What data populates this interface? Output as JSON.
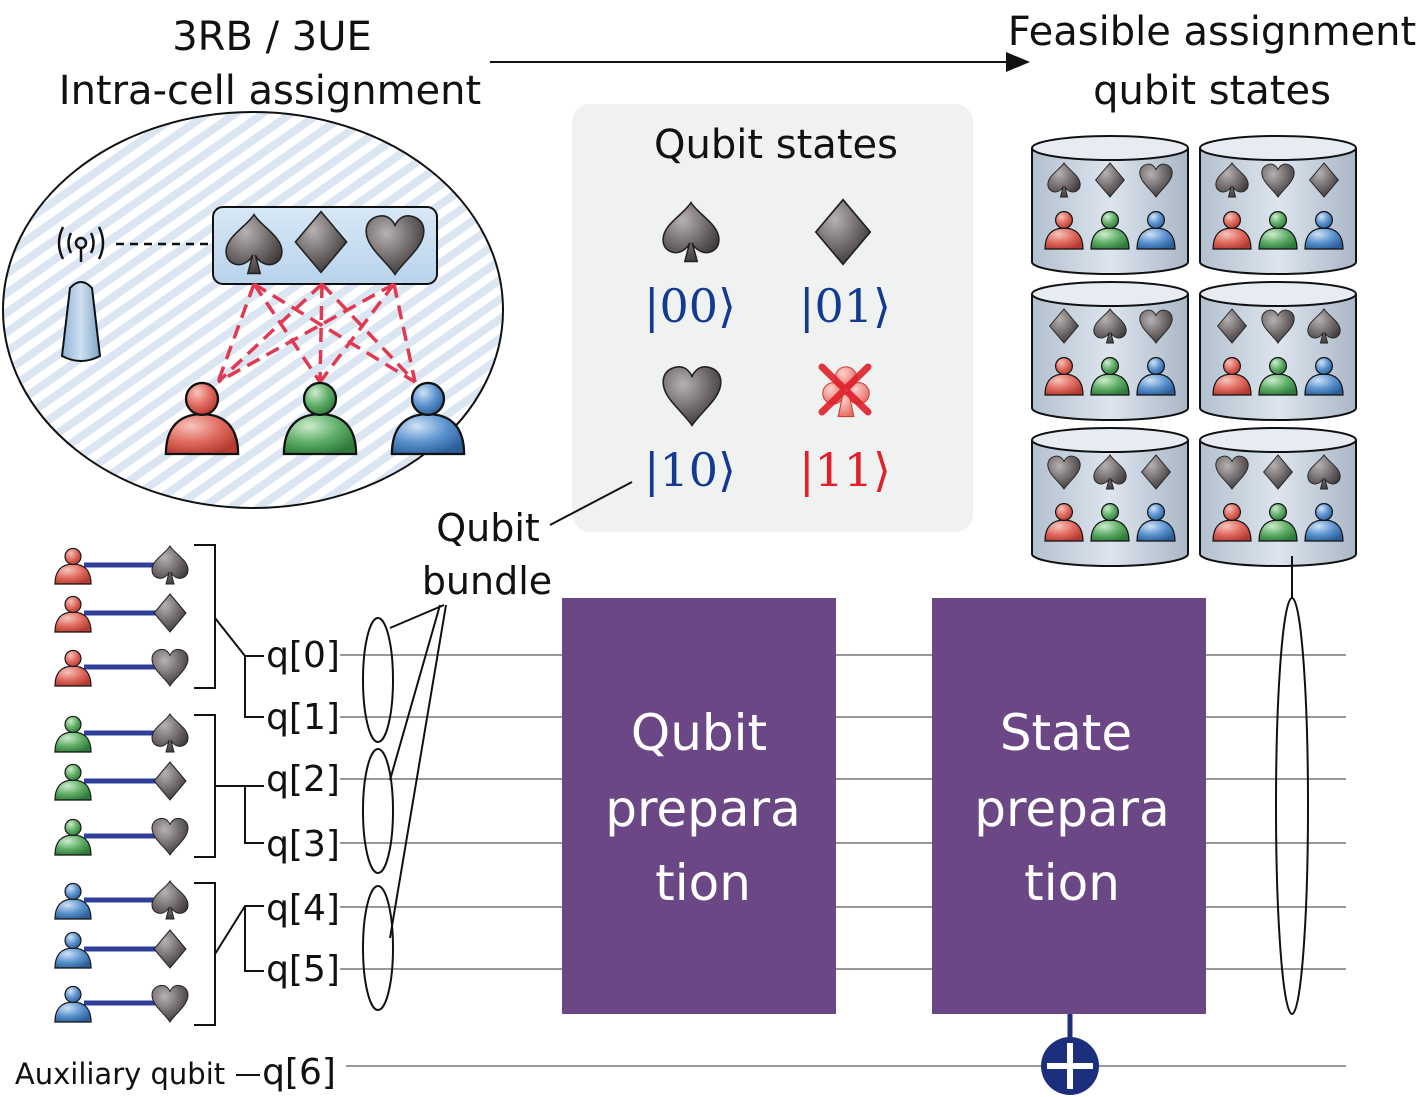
{
  "header": {
    "left_line1": "3RB / 3UE",
    "left_line2": "Intra-cell assignment",
    "right_line1": "Feasible assignment",
    "right_line2": "qubit states"
  },
  "legend": {
    "title": "Qubit states",
    "states": [
      {
        "suit": "spade",
        "ket": "|00⟩",
        "valid": true
      },
      {
        "suit": "diamond",
        "ket": "|01⟩",
        "valid": true
      },
      {
        "suit": "heart",
        "ket": "|10⟩",
        "valid": true
      },
      {
        "suit": "club",
        "ket": "|11⟩",
        "valid": false
      }
    ]
  },
  "labels": {
    "qubit": "Qubit",
    "bundle": "bundle",
    "auxiliary": "Auxiliary qubit"
  },
  "qubits": [
    "q[0]",
    "q[1]",
    "q[2]",
    "q[3]",
    "q[4]",
    "q[5]",
    "q[6]"
  ],
  "boxes": {
    "qubit_prep": [
      "Qubit",
      "prepara",
      "tion"
    ],
    "state_prep": [
      "State",
      "prepara",
      "tion"
    ]
  },
  "feasible_states": [
    [
      "spade",
      "diamond",
      "heart"
    ],
    [
      "spade",
      "heart",
      "diamond"
    ],
    [
      "diamond",
      "spade",
      "heart"
    ],
    [
      "diamond",
      "heart",
      "spade"
    ],
    [
      "heart",
      "spade",
      "diamond"
    ],
    [
      "heart",
      "diamond",
      "spade"
    ]
  ],
  "colors": {
    "box": "#6b4785",
    "ket_valid": "#123a8f",
    "ket_invalid": "#e0202a",
    "ue_red": "#e06a5f",
    "ue_green": "#5fae68",
    "ue_blue": "#5b93cf",
    "link": "#2f3f9a"
  }
}
